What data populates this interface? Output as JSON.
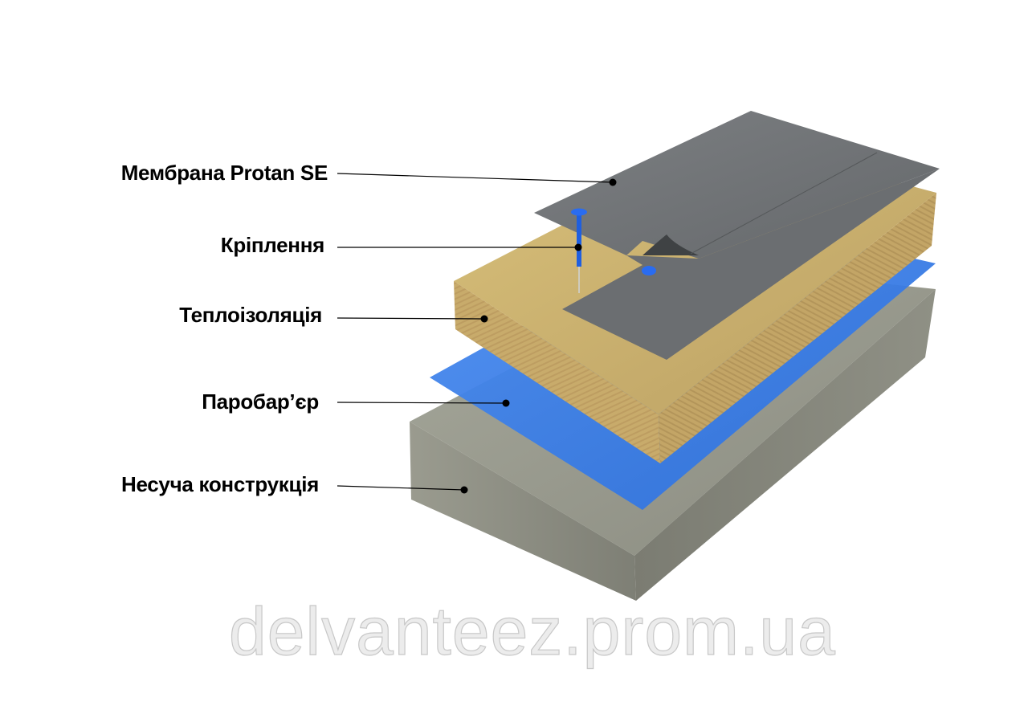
{
  "labels": [
    {
      "id": "membrane",
      "text": "Мембрана Protan SE"
    },
    {
      "id": "fastener",
      "text": "Кріплення"
    },
    {
      "id": "insulation",
      "text": "Теплоізоляція"
    },
    {
      "id": "vapor-barrier",
      "text": "Паробар’єр"
    },
    {
      "id": "structure",
      "text": "Несуча конструкція"
    }
  ],
  "watermark": "delvanteez.prom.ua",
  "colors": {
    "membrane": "#6f7275",
    "fastener": "#1f5fe0",
    "insulation": "#c9ad6e",
    "vapor_barrier": "#3a7fe6",
    "concrete": "#8e8f84"
  }
}
